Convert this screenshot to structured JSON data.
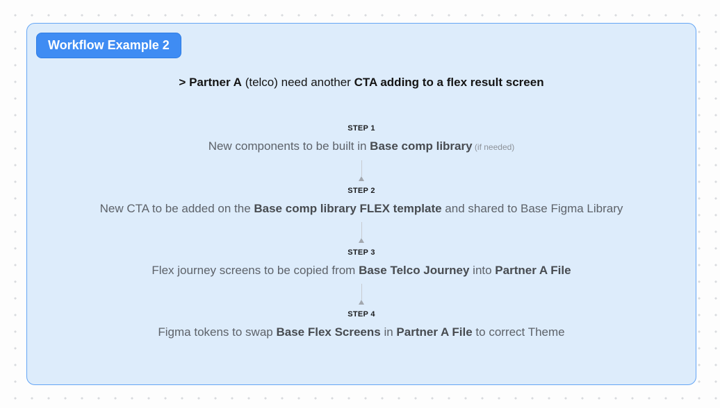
{
  "badge": {
    "label": "Workflow Example 2"
  },
  "title": {
    "segments": [
      {
        "text": "> ",
        "bold": true
      },
      {
        "text": "Partner A",
        "bold": true
      },
      {
        "text": " (telco) need another "
      },
      {
        "text": "CTA adding to a flex result screen",
        "bold": true
      }
    ]
  },
  "steps": [
    {
      "label": "STEP 1",
      "segments": [
        {
          "text": "New components to be built in "
        },
        {
          "text": "Base comp library",
          "bold": true
        },
        {
          "text": " (if needed)",
          "small": true
        }
      ]
    },
    {
      "label": "STEP 2",
      "segments": [
        {
          "text": "New CTA to be added on the "
        },
        {
          "text": "Base comp library FLEX template",
          "bold": true
        },
        {
          "text": " and shared to Base Figma Library"
        }
      ]
    },
    {
      "label": "STEP 3",
      "segments": [
        {
          "text": "Flex journey screens to be copied from "
        },
        {
          "text": "Base Telco Journey",
          "bold": true
        },
        {
          "text": " into "
        },
        {
          "text": "Partner A File",
          "bold": true
        }
      ]
    },
    {
      "label": "STEP 4",
      "segments": [
        {
          "text": "Figma tokens to swap "
        },
        {
          "text": "Base Flex Screens",
          "bold": true
        },
        {
          "text": " in "
        },
        {
          "text": "Partner A File",
          "bold": true
        },
        {
          "text": " to correct Theme"
        }
      ]
    }
  ],
  "colors": {
    "badge_bg": "#3f8cf3",
    "badge_text": "#ffffff",
    "card_bg": "#ddecfb",
    "card_border": "#64a5f5",
    "title_text": "#141414",
    "body_text": "#5d6269",
    "connector": "#c7cbd0"
  }
}
